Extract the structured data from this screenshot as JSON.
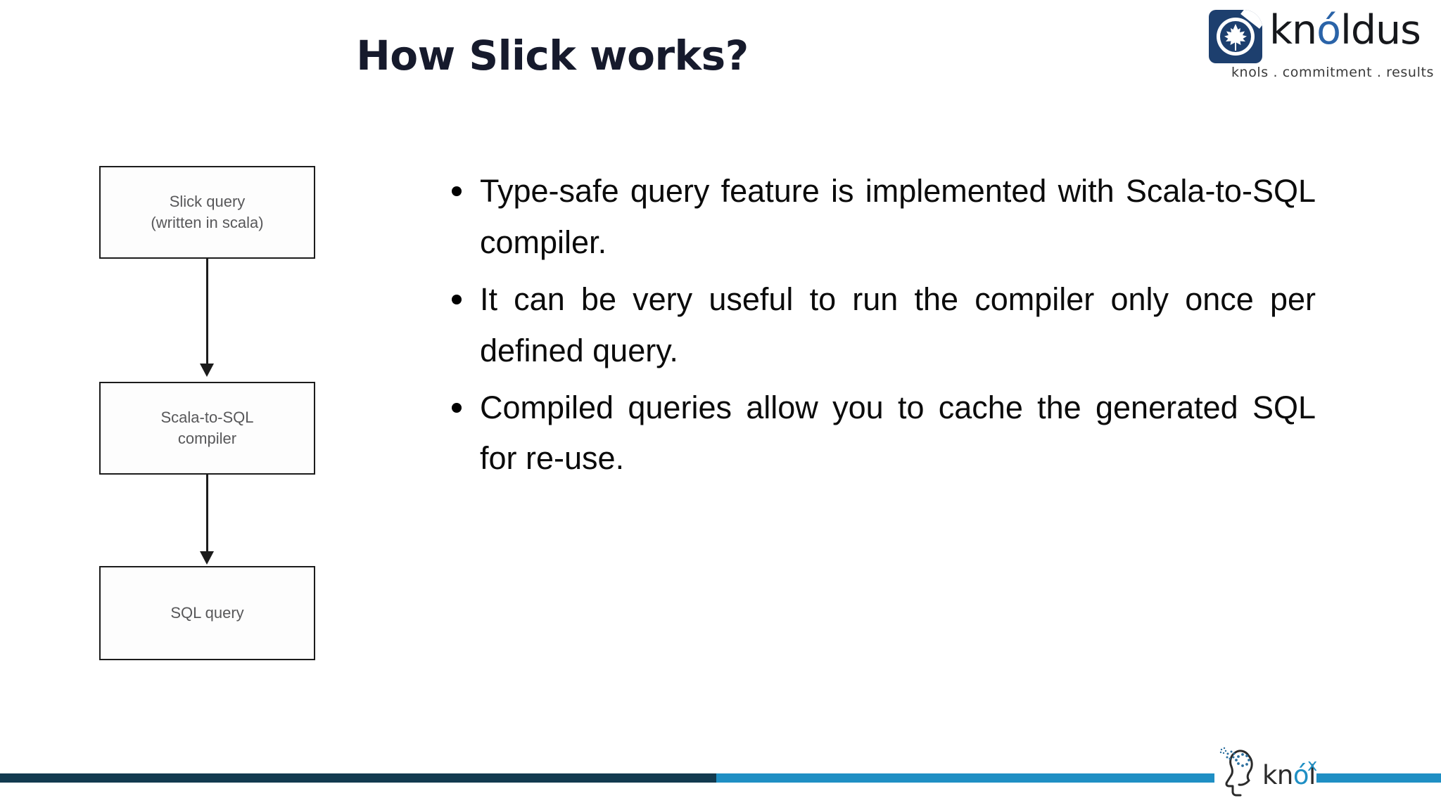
{
  "slide": {
    "title": "How Slick works?",
    "background_color": "#ffffff"
  },
  "brand": {
    "name": "knóldus",
    "name_prefix": "kn",
    "name_accent": "ó",
    "name_suffix": "ldus",
    "tagline": "knols . commitment . results",
    "mark_color": "#1d3f6e",
    "accent_color": "#2a63a8"
  },
  "flowchart": {
    "boxes": [
      {
        "line1": "Slick query",
        "line2": "(written in scala)"
      },
      {
        "line1": "Scala-to-SQL",
        "line2": "compiler"
      },
      {
        "line1": "SQL query",
        "line2": ""
      }
    ],
    "border_color": "#1c1c1c",
    "text_color": "#58585a"
  },
  "bullets": [
    "Type-safe query feature is implemented with Scala-to-SQL compiler.",
    "It can be very useful to run the compiler only once per defined query.",
    "Compiled queries allow you to cache the generated SQL for re-use."
  ],
  "footer": {
    "bar_dark_color": "#123a4f",
    "bar_blue_color": "#1f8fc4",
    "logo": {
      "name_prefix": "kn",
      "name_accent": "ó",
      "name_suffix": "l",
      "superscript": "x",
      "accent_color": "#1f8fc4"
    }
  }
}
